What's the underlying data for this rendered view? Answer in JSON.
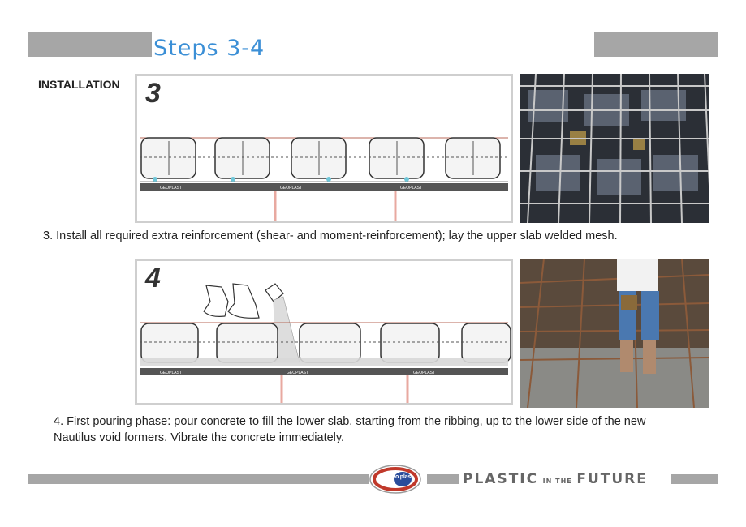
{
  "header": {
    "title": "Steps 3-4"
  },
  "section_label": "INSTALLATION",
  "steps": [
    {
      "number": "3",
      "caption": "3.  Install all required extra reinforcement (shear- and moment-reinforcement); lay the upper slab welded mesh."
    },
    {
      "number": "4",
      "caption": "4.  First pouring phase: pour concrete to fill the lower slab, starting from the ribbing, up to the lower side of the new Nautilus void formers. Vibrate the concrete immediately."
    }
  ],
  "diagram_labels": {
    "formwork": "GEOPLAST"
  },
  "footer": {
    "logo_text": "Geo plast",
    "slogan": {
      "a": "PLASTIC",
      "b": "IN THE",
      "c": "FUTURE"
    }
  },
  "colors": {
    "accent": "#3b8fd6",
    "bar": "#a6a6a6",
    "logo_red": "#c0392b",
    "logo_blue": "#2a4d9b"
  }
}
